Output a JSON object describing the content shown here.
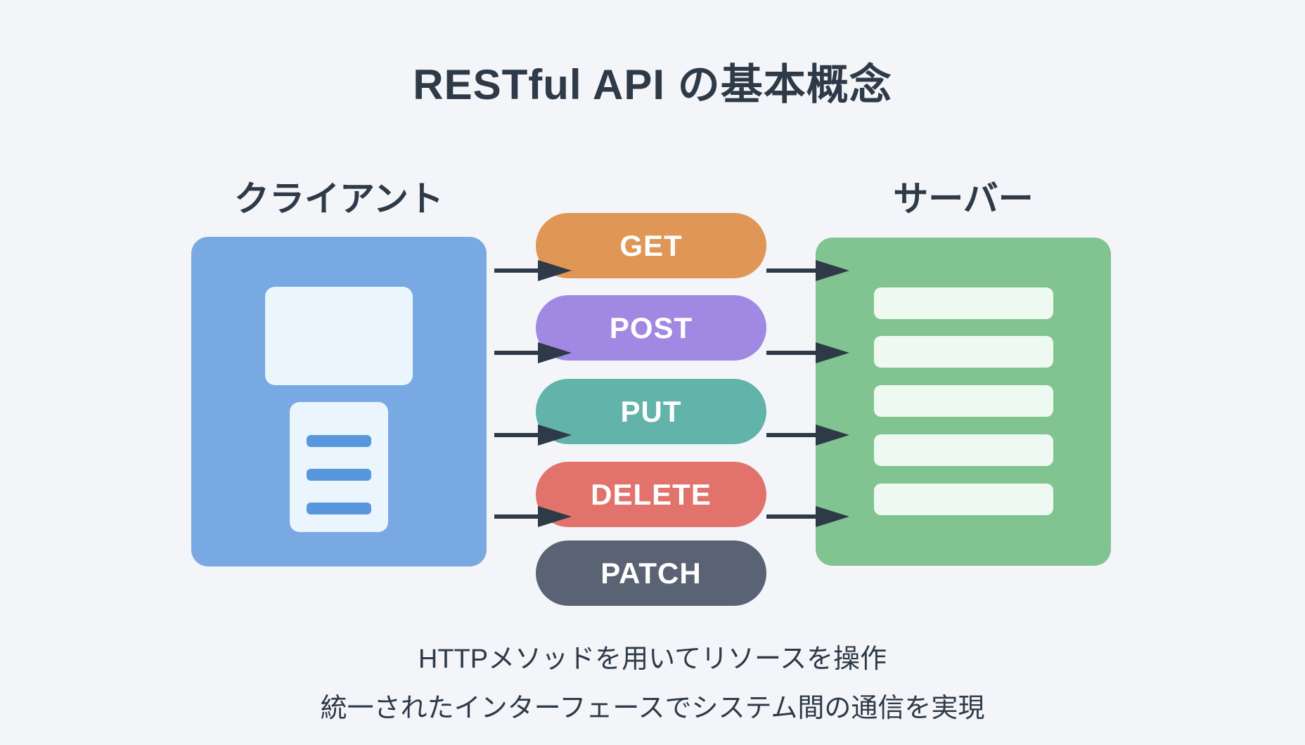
{
  "title": "RESTful API の基本概念",
  "client": {
    "label": "クライアント",
    "icon": "client-device-icon",
    "document_lines": 3
  },
  "server": {
    "label": "サーバー",
    "icon": "server-rack-icon",
    "slots": 5
  },
  "methods": [
    {
      "label": "GET",
      "color": "#E09655",
      "arrows": true
    },
    {
      "label": "POST",
      "color": "#A189E3",
      "arrows": true
    },
    {
      "label": "PUT",
      "color": "#62B3AA",
      "arrows": true
    },
    {
      "label": "DELETE",
      "color": "#E2736C",
      "arrows": true
    },
    {
      "label": "PATCH",
      "color": "#5A6373",
      "arrows": false
    }
  ],
  "footer": {
    "line1": "HTTPメソッドを用いてリソースを操作",
    "line2": "統一されたインターフェースでシステム間の通信を実現"
  },
  "palette": {
    "bg": "#F3F5F9",
    "ink": "#2E3A47",
    "client-blue": "#79A9E2",
    "client-light": "#EBF5FD",
    "client-bar": "#5896DD",
    "server-green": "#81C391",
    "server-light": "#EEFAF1"
  }
}
